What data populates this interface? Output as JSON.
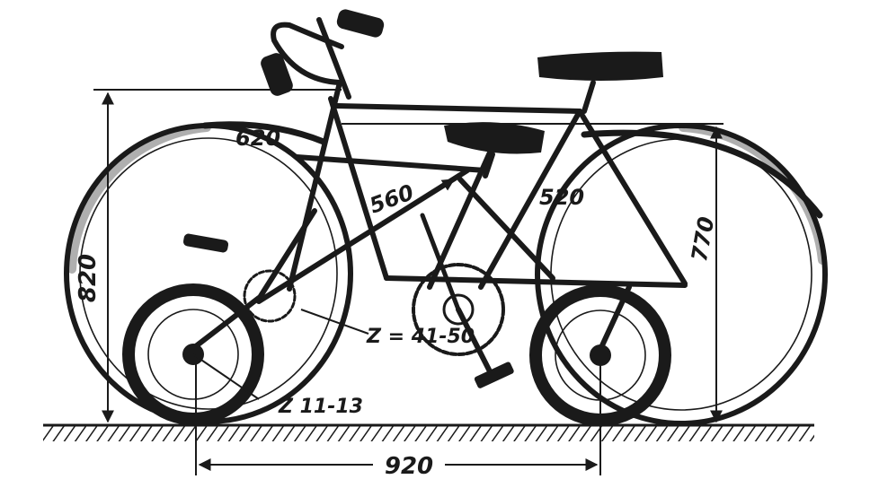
{
  "figure": {
    "dimensions": {
      "height_left": "820",
      "head_label": "620",
      "seat_tube_label": "560",
      "right_frame_label": "520",
      "height_right": "770",
      "gear_front": "Z = 41-50",
      "gear_rear": "Z 11-13",
      "wheelbase": "920"
    },
    "colors": {
      "ink": "#1a1a1a",
      "paper": "#ffffff"
    }
  }
}
